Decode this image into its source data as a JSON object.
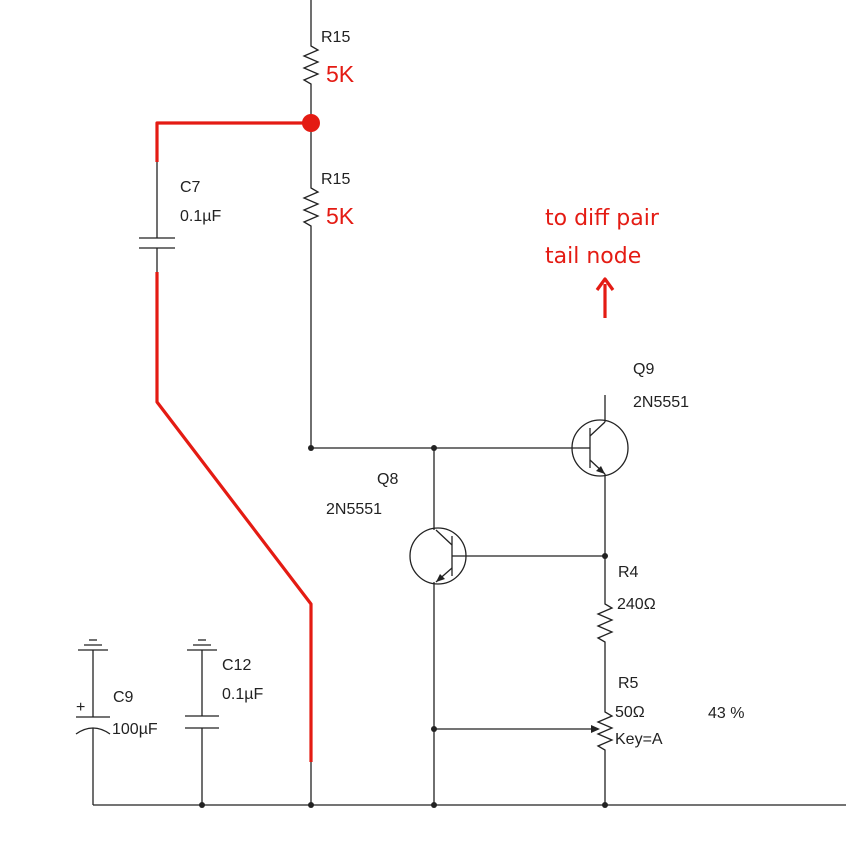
{
  "components": {
    "r15_top": {
      "ref": "R15",
      "value": "5K"
    },
    "r15_bottom": {
      "ref": "R15",
      "value": "5K"
    },
    "c7": {
      "ref": "C7",
      "value": "0.1µF"
    },
    "q9": {
      "ref": "Q9",
      "part": "2N5551"
    },
    "q8": {
      "ref": "Q8",
      "part": "2N5551"
    },
    "r4": {
      "ref": "R4",
      "value": "240Ω"
    },
    "r5": {
      "ref": "R5",
      "value": "50Ω",
      "key": "Key=A",
      "setting": "43 %"
    },
    "c9": {
      "ref": "C9",
      "value": "100µF",
      "polarity": "+"
    },
    "c12": {
      "ref": "C12",
      "value": "0.1µF"
    }
  },
  "annotation": {
    "line1": "to diff pair",
    "line2": "tail node"
  },
  "colors": {
    "wire": "#222222",
    "highlight": "#e41b13"
  }
}
